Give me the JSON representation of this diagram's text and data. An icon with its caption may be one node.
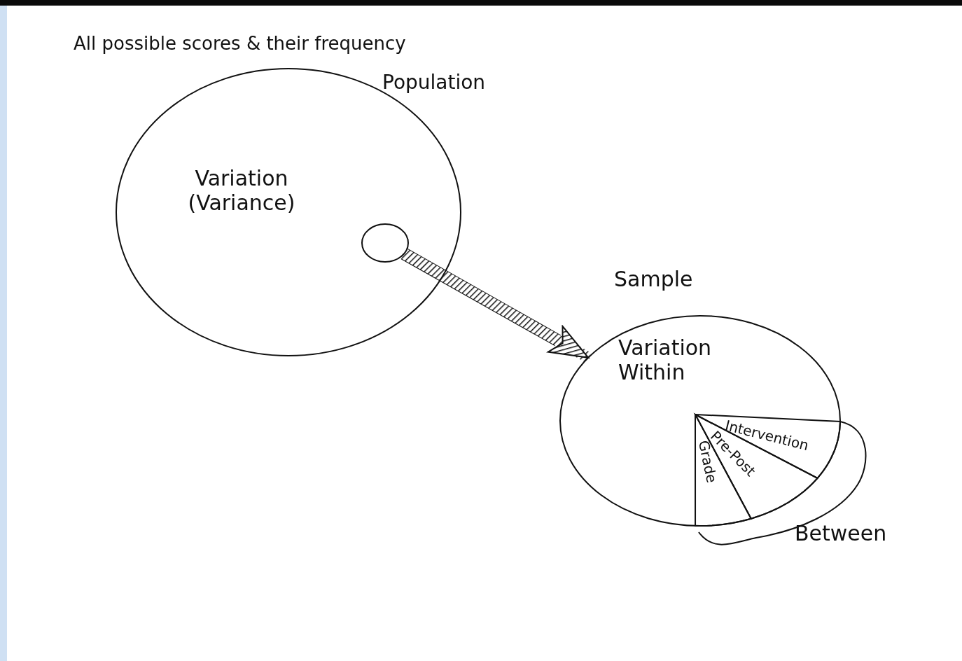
{
  "diagram": {
    "nodes": [
      {
        "text": [
          "All possible scores & their frequency",
          "Population",
          "Variation (Variance)"
        ]
      },
      {
        "text": [],
        "shape": "circle",
        "in": 0
      },
      {
        "text": [
          "Sample",
          "Variation Within"
        ]
      },
      {
        "text": [
          "Intervention"
        ],
        "in": 2
      },
      {
        "text": [
          "Pre-Post"
        ],
        "in": 2
      },
      {
        "text": [
          "Grade"
        ],
        "in": 2
      }
    ],
    "edges": [
      {
        "from": 1,
        "to": 2,
        "arrow": "to",
        "style": "thick"
      }
    ],
    "labels": [
      "Between"
    ]
  }
}
